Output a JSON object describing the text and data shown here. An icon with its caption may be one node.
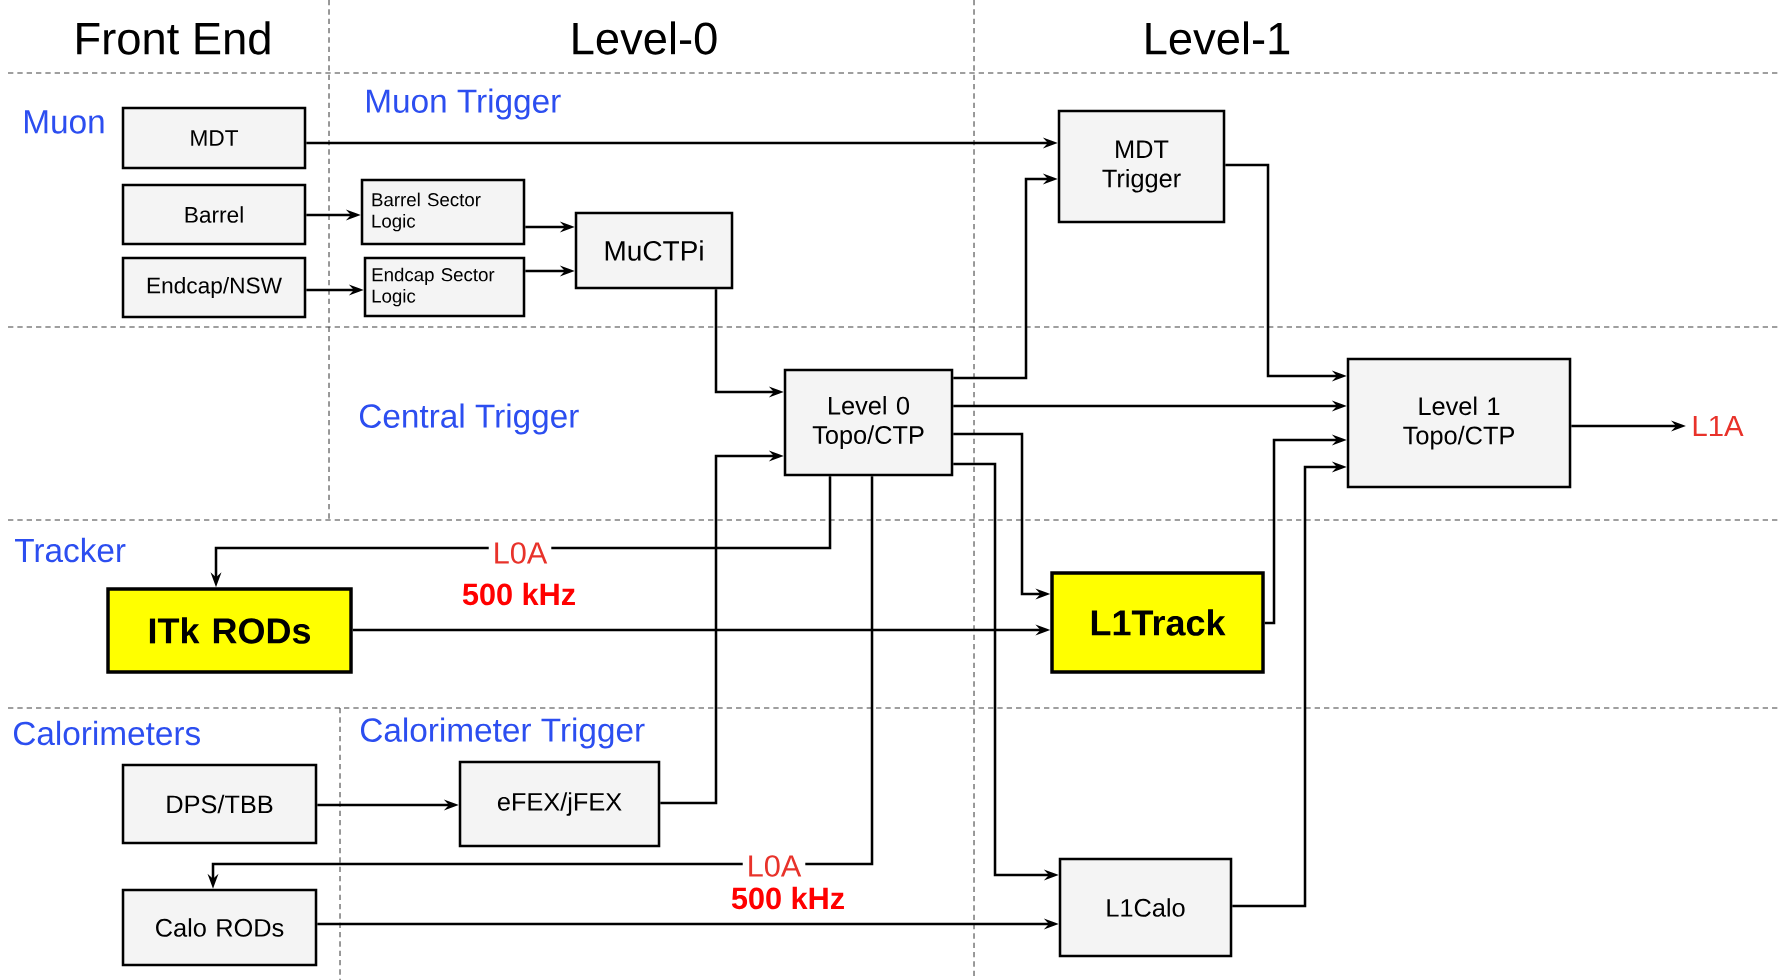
{
  "diagram": {
    "nodes": [
      {
        "text": [
          "MDT"
        ]
      },
      {
        "text": [
          "Barrel"
        ]
      },
      {
        "text": [
          "Endcap/NSW"
        ]
      },
      {
        "text": [
          "Barrel Sector Logic"
        ]
      },
      {
        "text": [
          "Endcap Sector Logic"
        ]
      },
      {
        "text": [
          "MuCTPi"
        ]
      },
      {
        "text": [
          "MDT Trigger"
        ]
      },
      {
        "text": [
          "Level 0 Topo/CTP"
        ]
      },
      {
        "text": [
          "Level 1 Topo/CTP"
        ]
      },
      {
        "text": [
          "ITk RODs"
        ]
      },
      {
        "text": [
          "L1Track"
        ]
      },
      {
        "text": [
          "DPS/TBB"
        ]
      },
      {
        "text": [
          "eFEX/jFEX"
        ]
      },
      {
        "text": [
          "Calo RODs"
        ]
      },
      {
        "text": [
          "L1Calo"
        ]
      },
      {
        "text": [
          "L1A"
        ]
      }
    ],
    "edges": [
      {
        "from": 0,
        "to": 6,
        "arrow": "to"
      },
      {
        "from": 1,
        "to": 3,
        "arrow": "to"
      },
      {
        "from": 2,
        "to": 4,
        "arrow": "to"
      },
      {
        "from": 3,
        "to": 5,
        "arrow": "to"
      },
      {
        "from": 4,
        "to": 5,
        "arrow": "to"
      },
      {
        "from": 5,
        "to": 7,
        "arrow": "to"
      },
      {
        "from": 7,
        "to": 6,
        "arrow": "to"
      },
      {
        "from": 7,
        "to": 8,
        "arrow": "to"
      },
      {
        "from": 6,
        "to": 8,
        "arrow": "to"
      },
      {
        "from": 7,
        "to": 10,
        "arrow": "to"
      },
      {
        "from": 7,
        "to": 14,
        "arrow": "to"
      },
      {
        "from": 10,
        "to": 8,
        "arrow": "to"
      },
      {
        "from": 14,
        "to": 8,
        "arrow": "to"
      },
      {
        "from": 8,
        "to": 15,
        "arrow": "to"
      },
      {
        "from": 7,
        "to": 9,
        "arrow": "to",
        "label": "L0A"
      },
      {
        "from": 9,
        "to": 10,
        "arrow": "to"
      },
      {
        "from": 11,
        "to": 12,
        "arrow": "to"
      },
      {
        "from": 12,
        "to": 7,
        "arrow": "to"
      },
      {
        "from": 7,
        "to": 13,
        "arrow": "to",
        "label": "L0A"
      },
      {
        "from": 13,
        "to": 14,
        "arrow": "to"
      }
    ],
    "labels": [
      "Front End",
      "Level-0",
      "Level-1",
      "Muon",
      "Muon Trigger",
      "Central Trigger",
      "Tracker",
      "500 kHz",
      "Calorimeters",
      "Calorimeter Trigger",
      "500 kHz"
    ]
  }
}
